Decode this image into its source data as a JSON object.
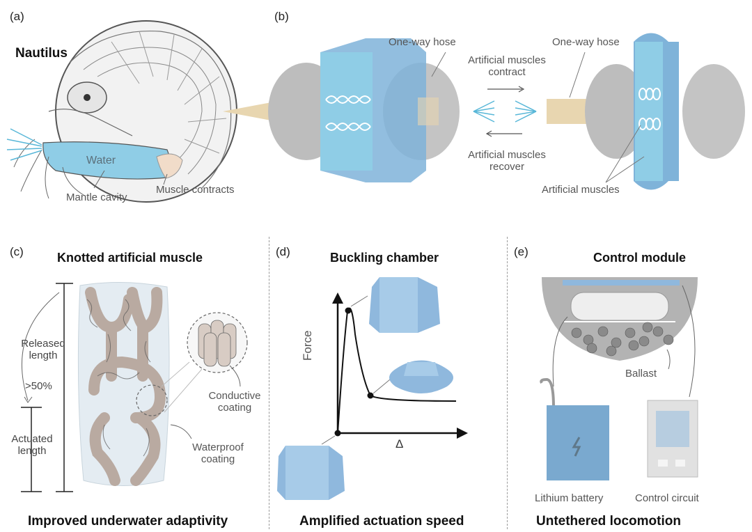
{
  "panel_a": {
    "letter": "(a)",
    "title": "Nautilus",
    "labels": {
      "water": "Water",
      "mantle_cavity": "Mantle cavity",
      "muscle_contracts": "Muscle contracts"
    }
  },
  "panel_b": {
    "letter": "(b)",
    "labels": {
      "hose_left": "One-way hose",
      "hose_right": "One-way hose",
      "contract_line1": "Artificial muscles",
      "contract_line2": "contract",
      "recover_line1": "Artificial muscles",
      "recover_line2": "recover",
      "artificial_muscles": "Artificial muscles"
    }
  },
  "panel_c": {
    "letter": "(c)",
    "title": "Knotted artificial muscle",
    "labels": {
      "released_line1": "Released",
      "released_line2": "length",
      "percent": ">50%",
      "actuated_line1": "Actuated",
      "actuated_line2": "length",
      "conductive_line1": "Conductive",
      "conductive_line2": "coating",
      "waterproof_line1": "Waterproof",
      "waterproof_line2": "coating"
    },
    "footer": "Improved underwater adaptivity"
  },
  "panel_d": {
    "letter": "(d)",
    "title": "Buckling chamber",
    "axis": {
      "ylabel": "Force",
      "xlabel": "Δ"
    },
    "footer": "Amplified actuation speed"
  },
  "panel_e": {
    "letter": "(e)",
    "title": "Control module",
    "labels": {
      "ballast": "Ballast",
      "battery": "Lithium battery",
      "circuit": "Control circuit"
    },
    "footer": "Untethered locomotion"
  },
  "colors": {
    "blue": "#8fc7e3",
    "blue_dark": "#6fa9cf",
    "gray": "#b8b8b8",
    "arrow_cyan": "#59b7d8",
    "tan": "#e8d6b0"
  }
}
